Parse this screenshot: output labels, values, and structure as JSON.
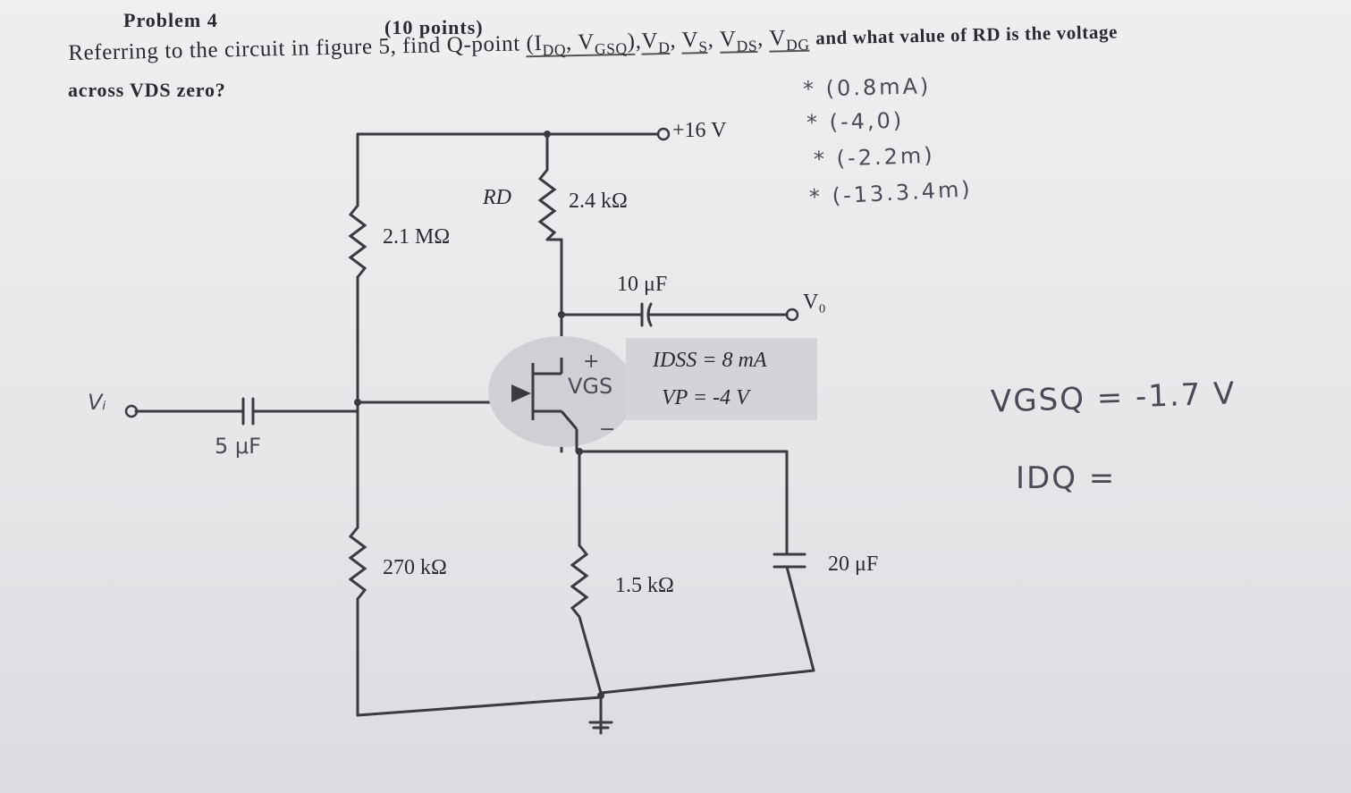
{
  "header": {
    "problem": "Problem 4",
    "points": "(10 points)"
  },
  "question": {
    "line1_prefix": "Referring to the circuit in figure 5, find Q-point ",
    "line1_suffix": "and what value of RD is the voltage",
    "line2": "across VDS zero?"
  },
  "answers": [
    "* (0.8mA)",
    "* (-4,0)",
    "* (-2.2m)",
    "* (-13.3.4m)"
  ],
  "circuit": {
    "supply": "+16 V",
    "rd_name": "RD",
    "rd_value": "2.4 kΩ",
    "r1": "2.1 MΩ",
    "c_out": "10 μF",
    "vout": "V₀",
    "plus": "+",
    "vgs": "VGS",
    "minus": "−",
    "idss": "IDSS = 8 mA",
    "vp": "VP = -4 V",
    "vin": "Vᵢ",
    "c_in": "5 μF",
    "r2": "270 kΩ",
    "rs": "1.5 kΩ",
    "c_s": "20 μF"
  },
  "work": {
    "vgsq": "VGSQ = -1.7 V",
    "idq": "IDQ ="
  }
}
